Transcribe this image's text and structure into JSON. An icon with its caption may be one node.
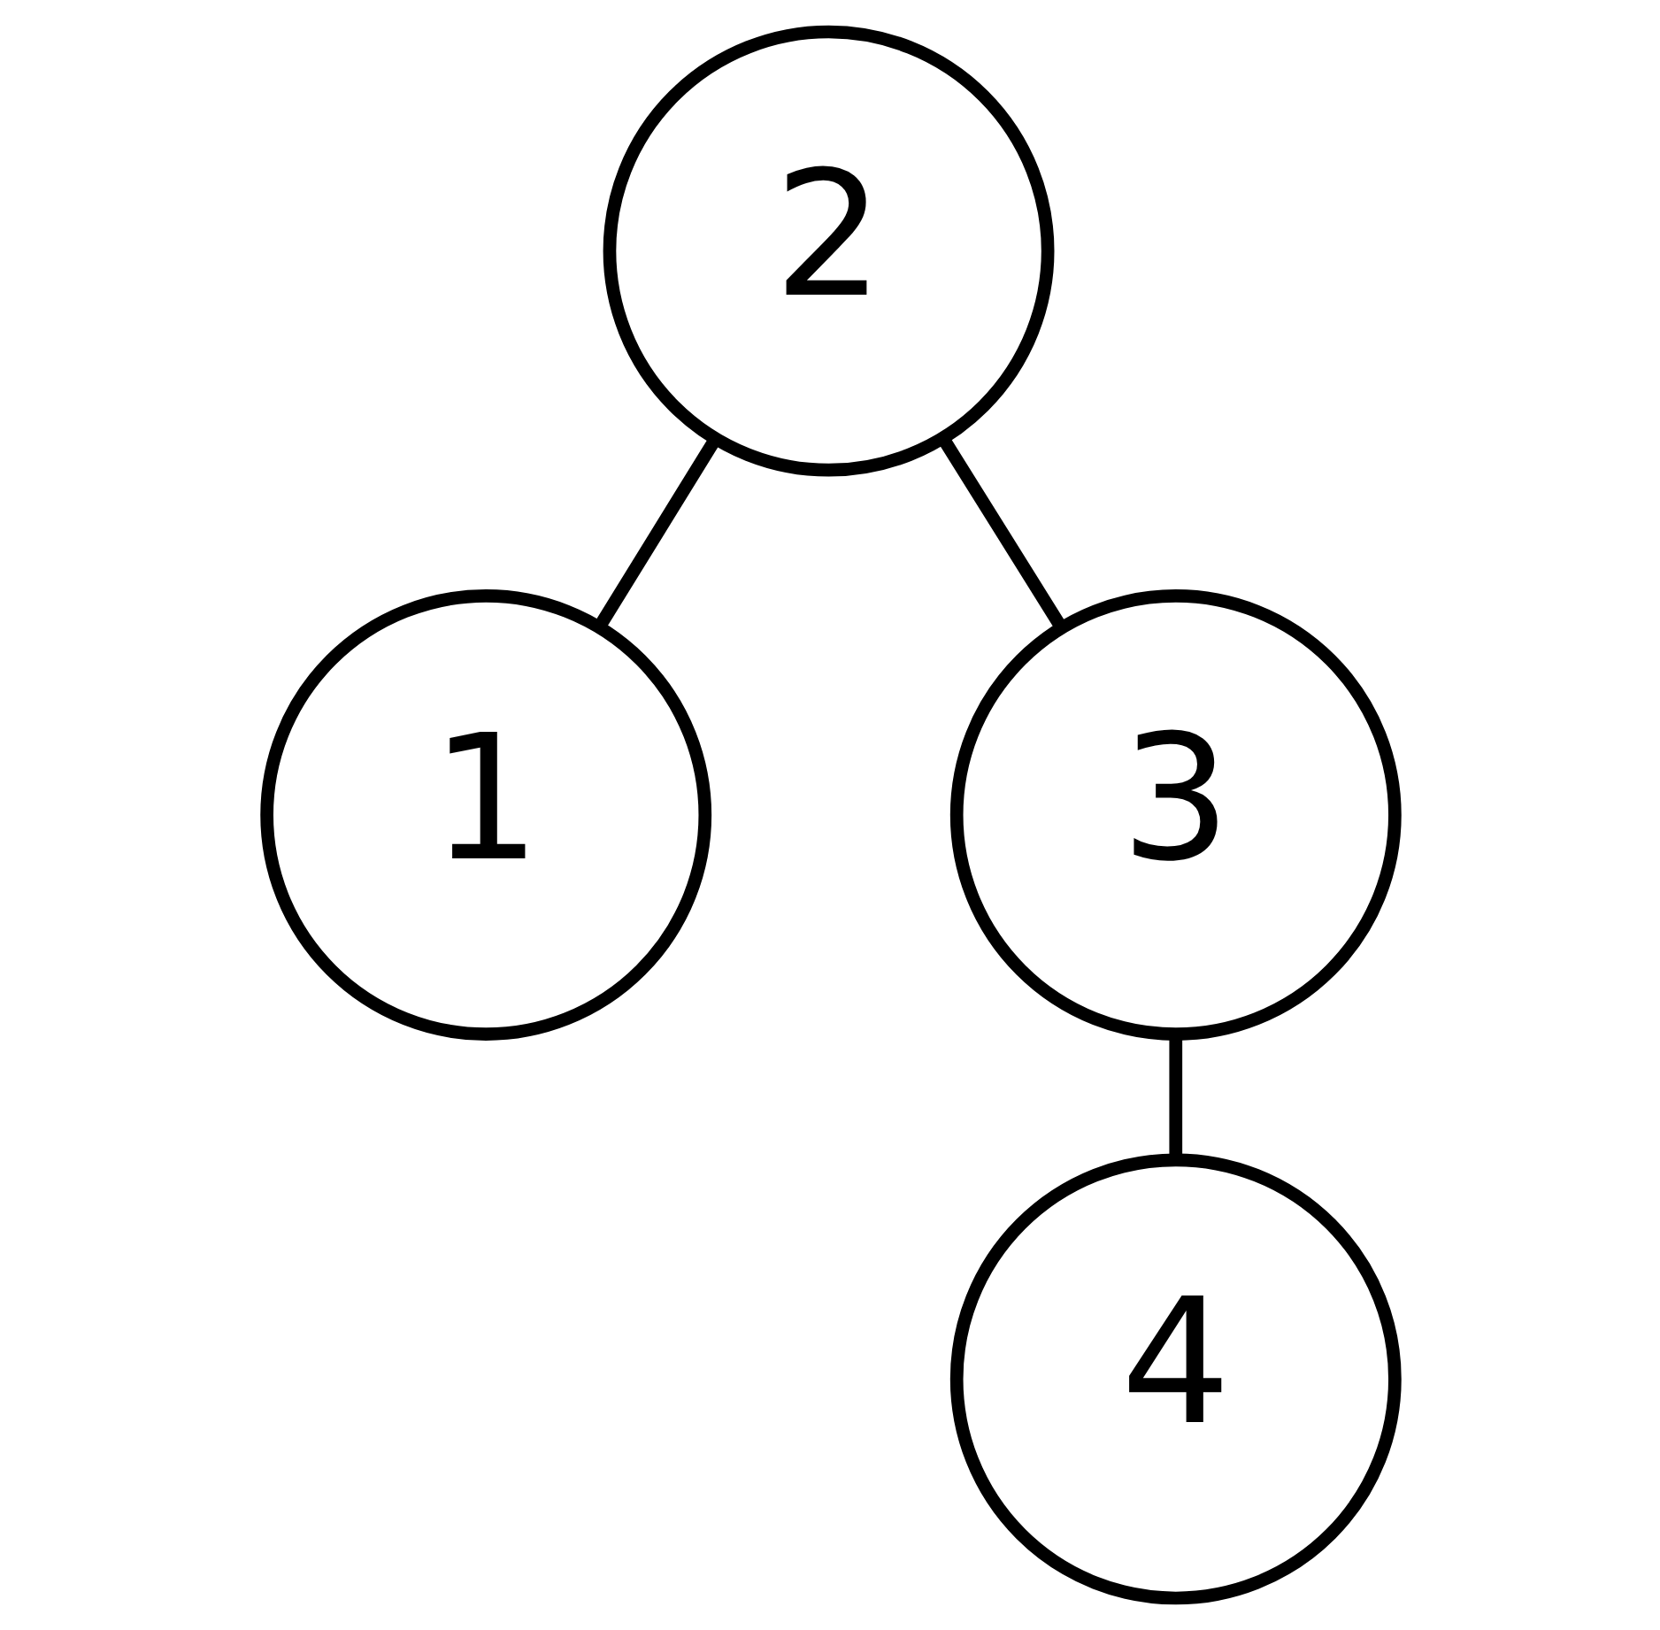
{
  "diagram": {
    "nodes": [
      {
        "text": [
          "2"
        ]
      },
      {
        "text": [
          "1"
        ]
      },
      {
        "text": [
          "3"
        ]
      },
      {
        "text": [
          "4"
        ]
      }
    ],
    "edges": [
      {
        "from": 0,
        "to": 1,
        "arrow": "none"
      },
      {
        "from": 0,
        "to": 2,
        "arrow": "none"
      },
      {
        "from": 2,
        "to": 3,
        "arrow": "none"
      }
    ]
  }
}
